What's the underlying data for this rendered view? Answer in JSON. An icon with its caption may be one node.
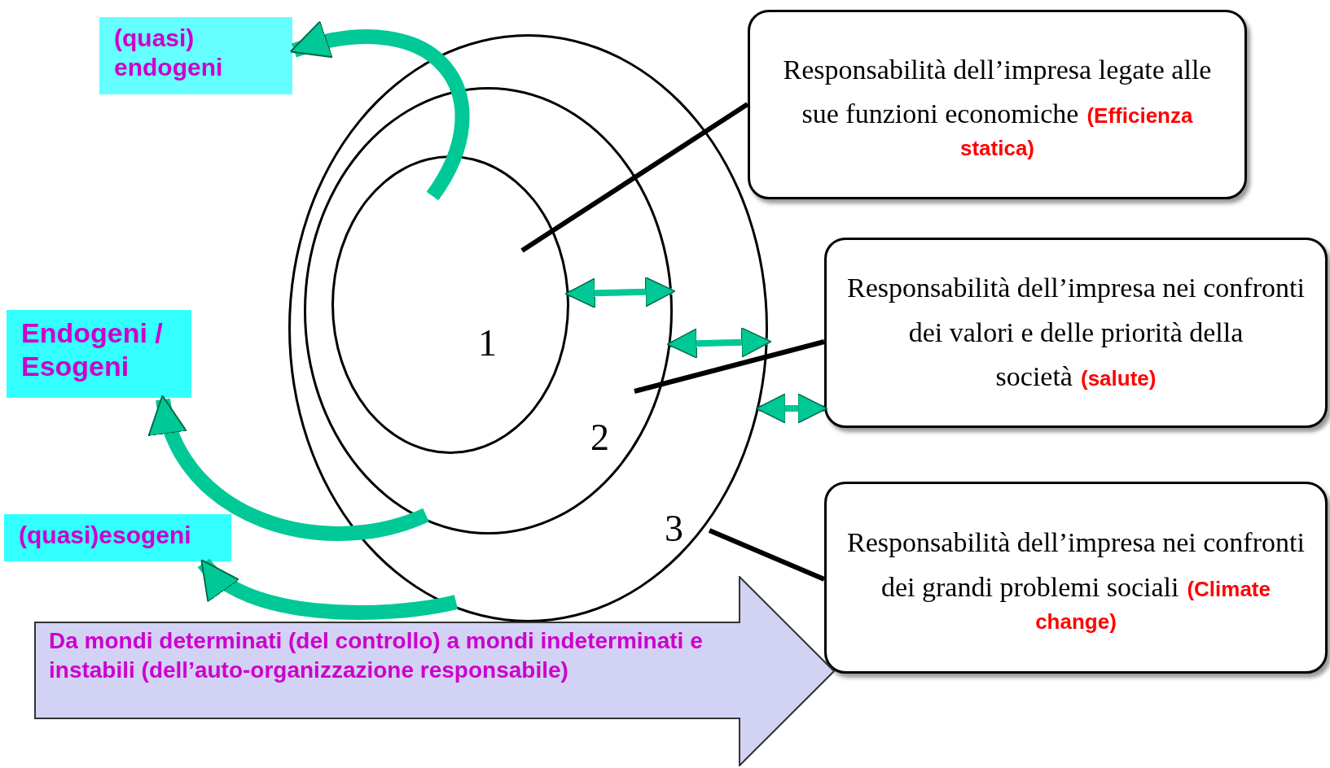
{
  "diagram": {
    "nodes": [
      {
        "text": [
          "3"
        ]
      },
      {
        "text": [
          "2"
        ],
        "in": 0
      },
      {
        "text": [
          "1"
        ],
        "in": 1
      },
      {
        "text": [
          "Responsabilità dell’impresa legate alle sue funzioni economiche",
          "(Efficienza statica)"
        ]
      },
      {
        "text": [
          "Responsabilità dell’impresa nei confronti dei valori e delle priorità della società",
          "(salute)"
        ]
      },
      {
        "text": [
          "Responsabilità dell’impresa nei confronti dei grandi problemi sociali",
          "(Climate change)"
        ]
      },
      {
        "text": [
          "(quasi) endogeni"
        ]
      },
      {
        "text": [
          "Endogeni / Esogeni"
        ]
      },
      {
        "text": [
          "(quasi)esogeni"
        ]
      },
      {
        "text": [
          "Da mondi determinati (del controllo) a mondi indeterminati e instabili (dell’auto-organizzazione responsabile)"
        ]
      }
    ],
    "edges": [
      {
        "from": 3,
        "to": 2,
        "arrow": "none",
        "color": "#000000"
      },
      {
        "from": 4,
        "to": 1,
        "arrow": "none",
        "color": "#000000"
      },
      {
        "from": 5,
        "to": 0,
        "arrow": "none",
        "color": "#000000"
      },
      {
        "from": 2,
        "to": 1,
        "arrow": "both"
      },
      {
        "from": 1,
        "to": 0,
        "arrow": "both"
      },
      {
        "from": 0,
        "to": 4,
        "arrow": "both"
      },
      {
        "from": 2,
        "to": 6,
        "arrow": "to",
        "style": "thick"
      },
      {
        "from": 1,
        "to": 7,
        "arrow": "to",
        "style": "thick"
      },
      {
        "from": 0,
        "to": 8,
        "arrow": "to",
        "style": "thick"
      }
    ]
  }
}
